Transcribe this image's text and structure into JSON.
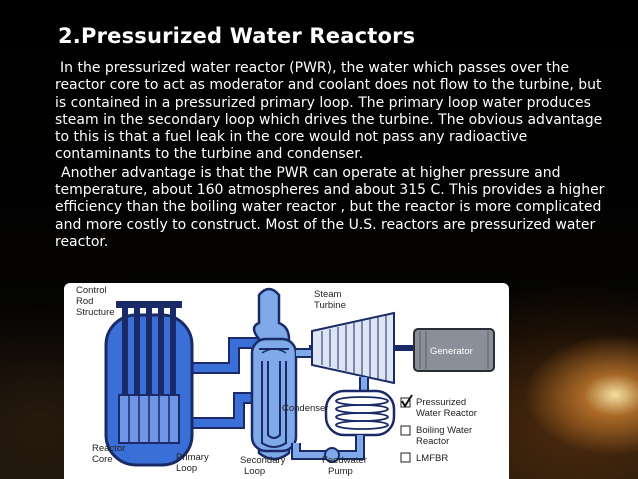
{
  "slide": {
    "title": "2.Pressurized Water Reactors",
    "paragraphs": [
      "In the pressurized water reactor (PWR), the water which passes over the reactor core to act as moderator and coolant does not flow to the turbine, but is contained in a pressurized primary loop. The primary loop water produces steam in the secondary loop which drives the turbine. The obvious advantage to this is that a fuel leak in the core would not pass any radioactive contaminants to the turbine and condenser.",
      "Another advantage is that the PWR can operate at higher pressure and temperature, about 160 atmospheres and about 315 C. This provides a higher efficiency than the boiling water reactor , but the reactor is more complicated and more costly to construct. Most of the U.S. reactors are pressurized water reactor."
    ]
  },
  "diagram": {
    "labels": {
      "control_rod_line1": "Control",
      "control_rod_line2": "Rod",
      "control_rod_line3": "Structure",
      "steam_turbine_line1": "Steam",
      "steam_turbine_line2": "Turbine",
      "generator": "Generator",
      "condenser": "Condenser",
      "reactor_core_line1": "Reactor",
      "reactor_core_line2": "Core",
      "primary_loop_line1": "Primary",
      "primary_loop_line2": "Loop",
      "secondary_loop_line1": "Secondary",
      "secondary_loop_line2": "Loop",
      "feedwater_pump_line1": "Feedwater",
      "feedwater_pump_line2": "Pump"
    },
    "legend": [
      {
        "line1": "Pressurized",
        "line2": "Water Reactor",
        "checked": true
      },
      {
        "line1": "Boiling Water",
        "line2": "Reactor",
        "checked": false
      },
      {
        "line1": "LMFBR",
        "line2": "",
        "checked": false
      }
    ],
    "colors": {
      "water_primary": "#3a6fd8",
      "water_secondary": "#7fa9e8",
      "outline": "#1a2a66",
      "generator": "#8a8f99"
    }
  }
}
